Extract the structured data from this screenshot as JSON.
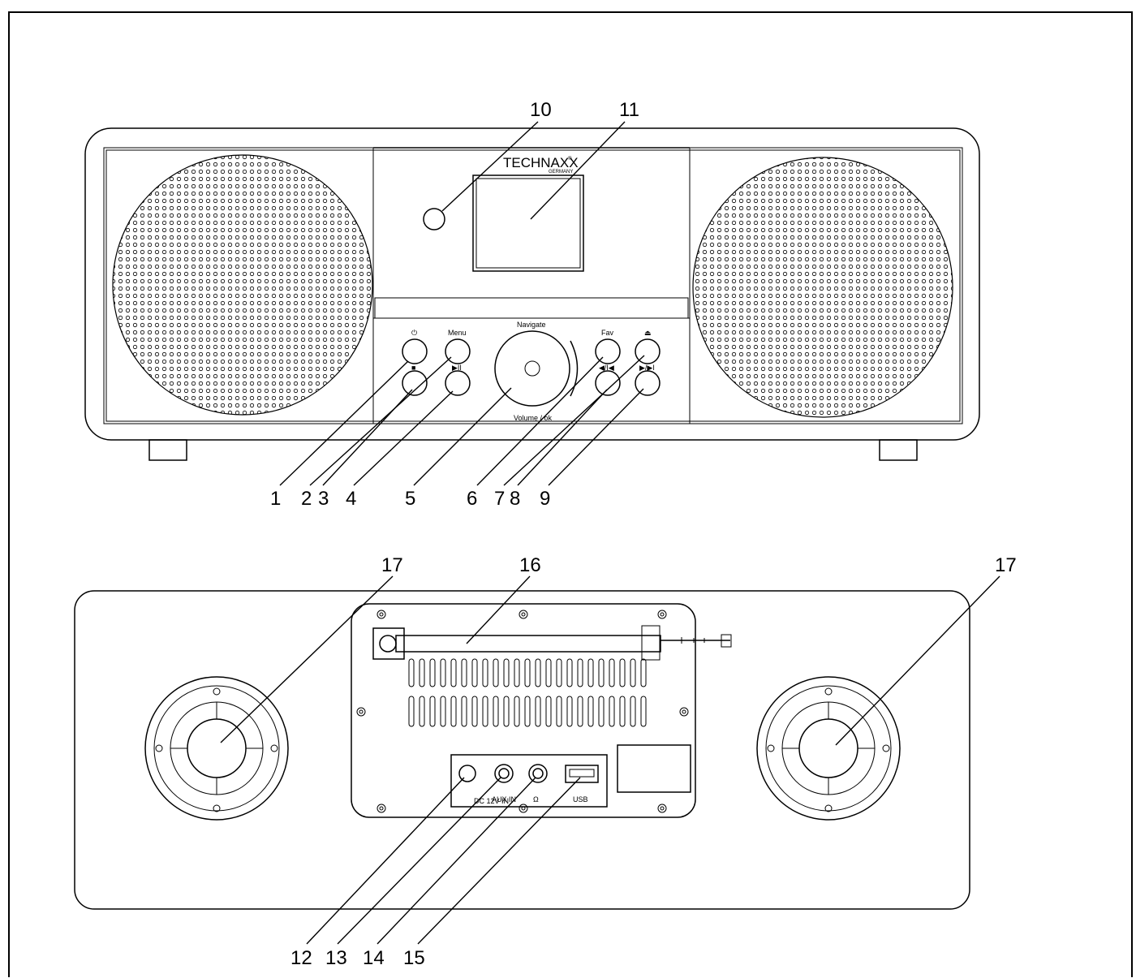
{
  "diagram": {
    "front_panel": {
      "brand": "TECHNAXX",
      "brand_sub": "GERMANY",
      "brand_mark": "®",
      "knob_top_label": "Navigate",
      "knob_bottom_label": "Volume / ok",
      "button_labels": {
        "power": "⏻",
        "menu": "Menu",
        "fav": "Fav",
        "eject": "⏏",
        "stop": "■",
        "play_pause": "▶II",
        "prev": "◀/I◀",
        "next": "▶/▶I"
      }
    },
    "back_panel": {
      "ports": {
        "dc": "DC 12V IN",
        "aux": "AUX IN",
        "headphone": "Ω",
        "usb": "USB"
      }
    },
    "callouts": [
      "1",
      "2",
      "3",
      "4",
      "5",
      "6",
      "7",
      "8",
      "9",
      "10",
      "11",
      "12",
      "13",
      "14",
      "15",
      "16",
      "17",
      "17"
    ]
  }
}
